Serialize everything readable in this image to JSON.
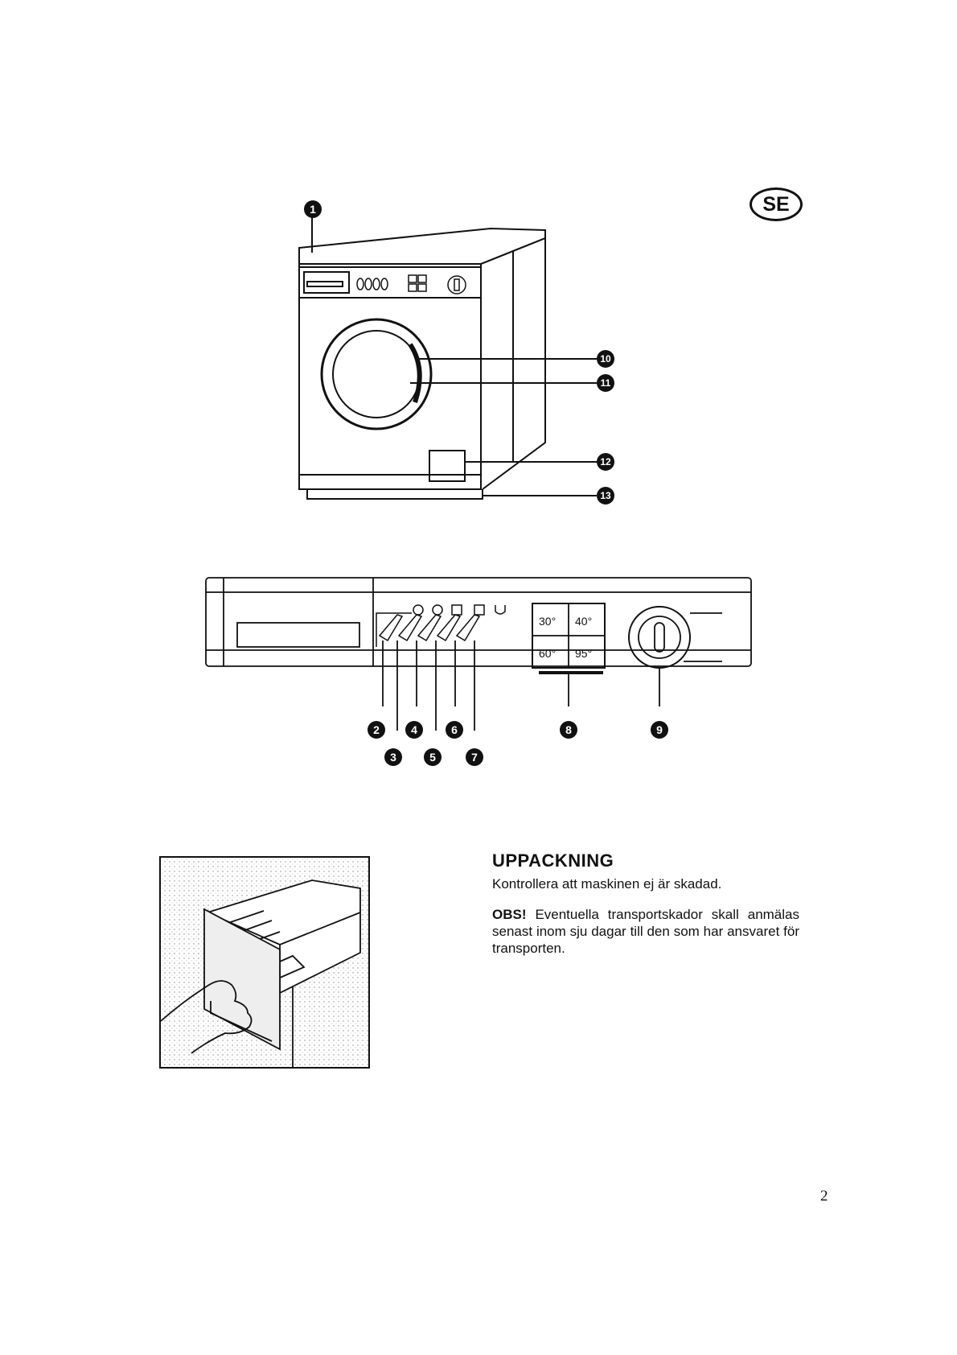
{
  "language_badge": "SE",
  "machine_callouts": [
    "1",
    "10",
    "11",
    "12",
    "13"
  ],
  "panel_callouts": [
    "2",
    "3",
    "4",
    "5",
    "6",
    "7",
    "8",
    "9"
  ],
  "temperature_buttons": [
    "30°",
    "40°",
    "60°",
    "95°"
  ],
  "section": {
    "title": "UPPACKNING",
    "intro": "Kontrollera att maskinen ej är skadad.",
    "note_label": "OBS!",
    "note_text": "Eventuella transportskador skall anmälas senast inom sju dagar till den som har ansvaret för transporten."
  },
  "page_number": "2"
}
